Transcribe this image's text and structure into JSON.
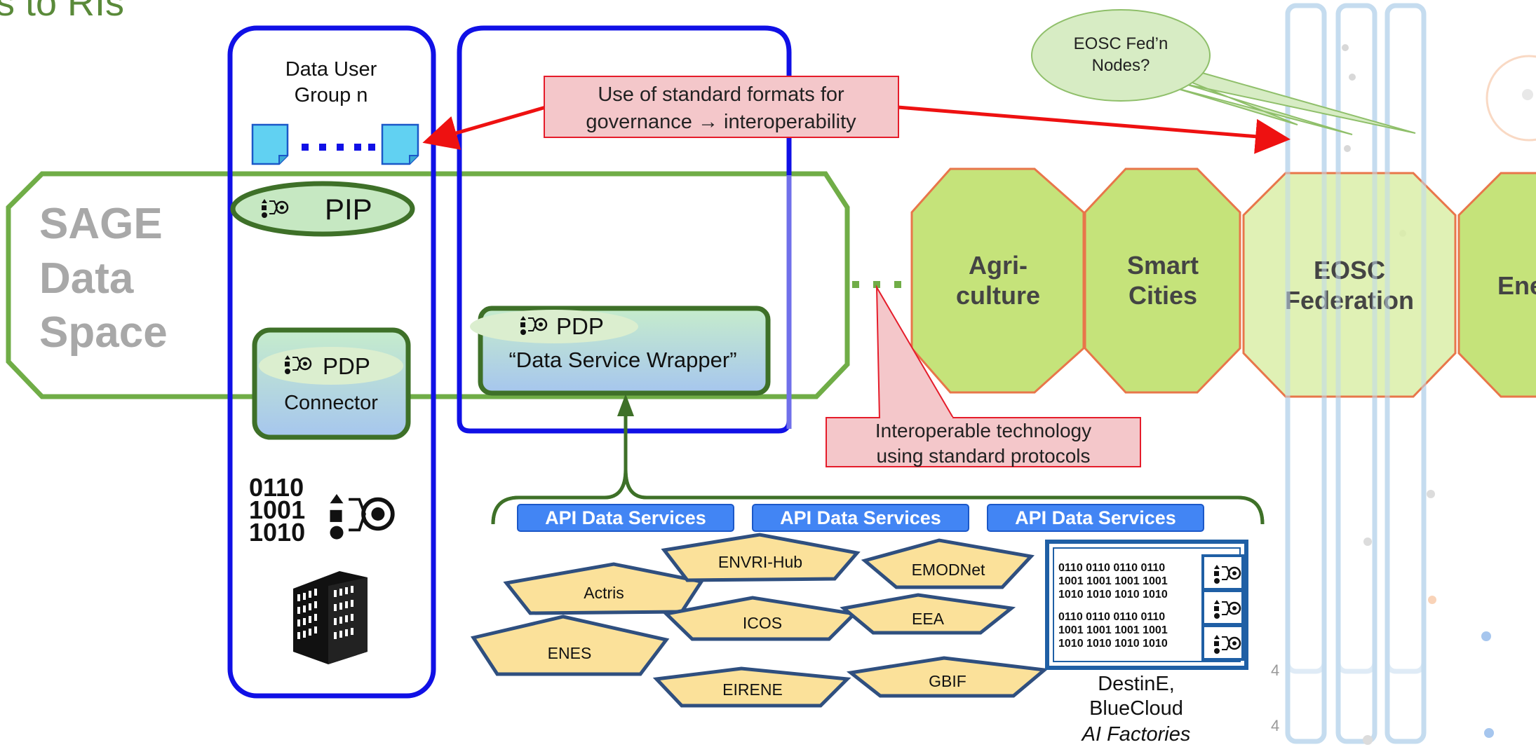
{
  "page": {
    "partial_title": "s to RIs",
    "page_number_upper": "4",
    "page_number_lower": "4"
  },
  "colors": {
    "title_green": "#5a8a3a",
    "frame_blue": "#1010e6",
    "frame_blue_light": "#7070ea",
    "space_green": "#70ad47",
    "dark_green": "#3e7028",
    "octagon_fill": "#c5e37a",
    "octagon_stroke": "#e8764a",
    "callout_fill": "#f4c7ca",
    "callout_stroke": "#e51c2a",
    "arrow_red": "#ee1111",
    "api_blue": "#4285f4",
    "pentagon_fill": "#fbe19a",
    "pentagon_stroke": "#2f4f7f",
    "factory_blue": "#1f5fa5",
    "doc_blue": "#61d1f2",
    "lane_blue": "#c5dcef"
  },
  "user_group": {
    "title": "Data User Group n",
    "title_line1": "Data User",
    "title_line2": "Group n",
    "pip_label": "PIP",
    "pdp_label": "PDP",
    "connector_label": "Connector",
    "binary_rows": [
      "0110",
      "1001",
      "1010"
    ]
  },
  "sage_space": {
    "line1": "SAGE",
    "line2": "Data",
    "line3": "Space"
  },
  "wrapper": {
    "pdp_label": "PDP",
    "label": "“Data Service Wrapper”"
  },
  "callouts": {
    "governance_line1": "Use of standard formats for",
    "governance_line2": "governance → interoperability",
    "interop_line1": "Interoperable technology",
    "interop_line2": "using standard protocols",
    "eosc_nodes_line1": "EOSC Fed’n",
    "eosc_nodes_line2": "Nodes?"
  },
  "data_spaces": [
    {
      "line1": "Agri-",
      "line2": "culture"
    },
    {
      "line1": "Smart",
      "line2": "Cities"
    },
    {
      "line1": "EOSC",
      "line2": "Federation"
    },
    {
      "line1": "Ene",
      "line2": ""
    }
  ],
  "api_services": [
    "API Data Services",
    "API Data Services",
    "API Data Services"
  ],
  "infrastructures": [
    "Actris",
    "ENVRI-Hub",
    "EMODNet",
    "ICOS",
    "EEA",
    "ENES",
    "EIRENE",
    "GBIF"
  ],
  "factory": {
    "binary_rows": [
      "0110 0110 0110 0110",
      "1001 1001 1001 1001",
      "1010 1010 1010 1010"
    ],
    "label_line1": "DestinE,",
    "label_line2": "BlueCloud",
    "label_line3": "AI Factories"
  },
  "icons": [
    "policy-flow-gear-icon",
    "document-icon",
    "server-rack-icon",
    "binary-data-icon",
    "red-arrow-icon"
  ]
}
